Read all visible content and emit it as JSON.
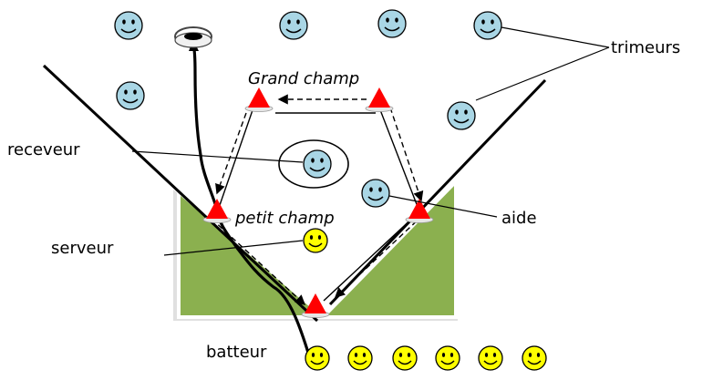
{
  "labels": {
    "grand_champ": "Grand champ",
    "petit_champ": "petit champ",
    "receveur": "receveur",
    "serveur": "serveur",
    "aide": "aide",
    "trimeurs": "trimeurs",
    "batteur": "batteur"
  },
  "colors": {
    "field": "#8bb04f",
    "field_border": "#d8d8d8",
    "fielder_face": "#a9d6e5",
    "batting_face": "#ffff00",
    "base": "#ff0000",
    "line": "#000000"
  },
  "icons": {
    "player": "smiley-face-icon",
    "base": "base-cone-icon",
    "ball_ring": "tire-icon"
  }
}
